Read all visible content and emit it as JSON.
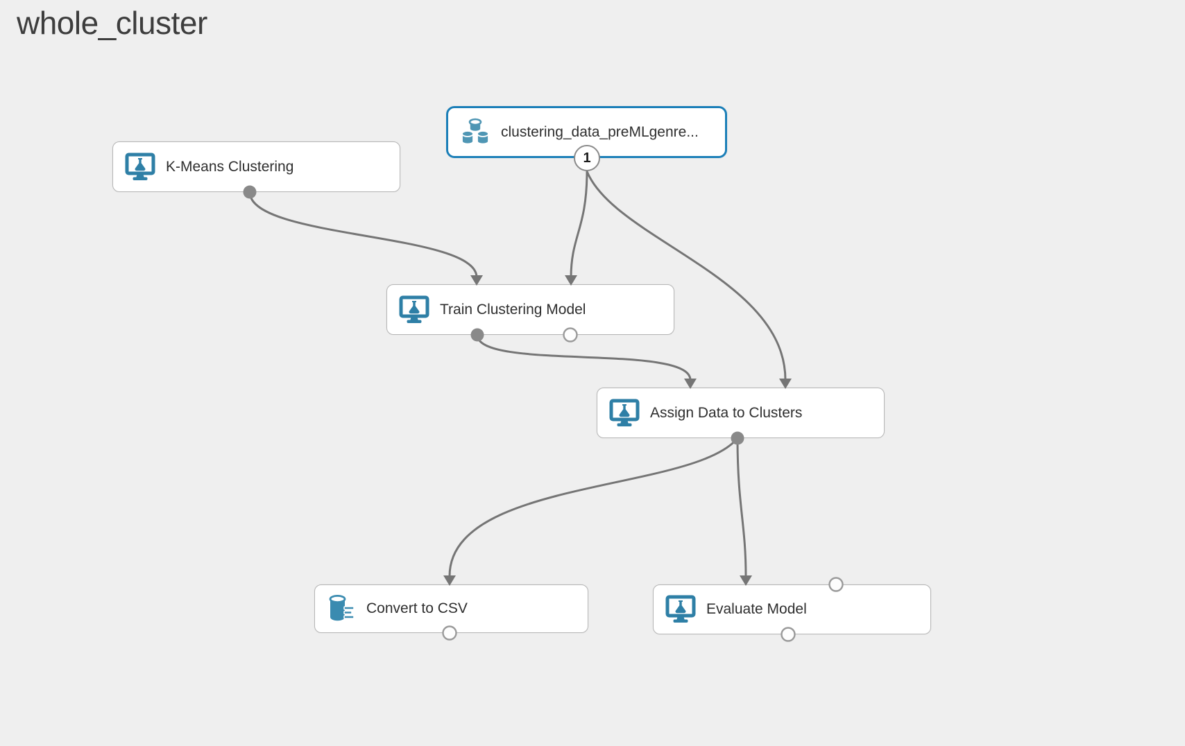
{
  "page": {
    "title": "whole_cluster"
  },
  "canvas": {
    "background": "#efefef"
  },
  "colors": {
    "selected_border": "#1b7fb8",
    "node_border": "#b5b5b5",
    "module_icon_teal": "#2e7fa6",
    "dataset_icon_teal": "#4f96b4",
    "edge_gray": "#757575",
    "label_text": "#2e2e2e"
  },
  "nodes": {
    "kmeans": {
      "label": "K-Means Clustering",
      "icon": "module-monitor-flask-icon",
      "selected": false
    },
    "dataset": {
      "label": "clustering_data_preMLgenre...",
      "icon": "dataset-barrels-icon",
      "selected": true,
      "output_badge": "1"
    },
    "train": {
      "label": "Train Clustering Model",
      "icon": "module-monitor-flask-icon",
      "selected": false
    },
    "assign": {
      "label": "Assign Data to Clusters",
      "icon": "module-monitor-flask-icon",
      "selected": false
    },
    "convert": {
      "label": "Convert to CSV",
      "icon": "convert-csv-database-icon",
      "selected": false
    },
    "evaluate": {
      "label": "Evaluate Model",
      "icon": "module-monitor-flask-icon",
      "selected": false
    }
  },
  "edges": [
    {
      "from": "K-Means Clustering",
      "to": "Train Clustering Model",
      "to_port": "input-1"
    },
    {
      "from": "clustering_data_preMLgenre...",
      "to": "Train Clustering Model",
      "to_port": "input-2"
    },
    {
      "from": "clustering_data_preMLgenre...",
      "to": "Assign Data to Clusters",
      "to_port": "input-2"
    },
    {
      "from": "Train Clustering Model",
      "to": "Assign Data to Clusters",
      "to_port": "input-1"
    },
    {
      "from": "Assign Data to Clusters",
      "to": "Convert to CSV",
      "to_port": "input-1"
    },
    {
      "from": "Assign Data to Clusters",
      "to": "Evaluate Model",
      "to_port": "input-1"
    }
  ]
}
